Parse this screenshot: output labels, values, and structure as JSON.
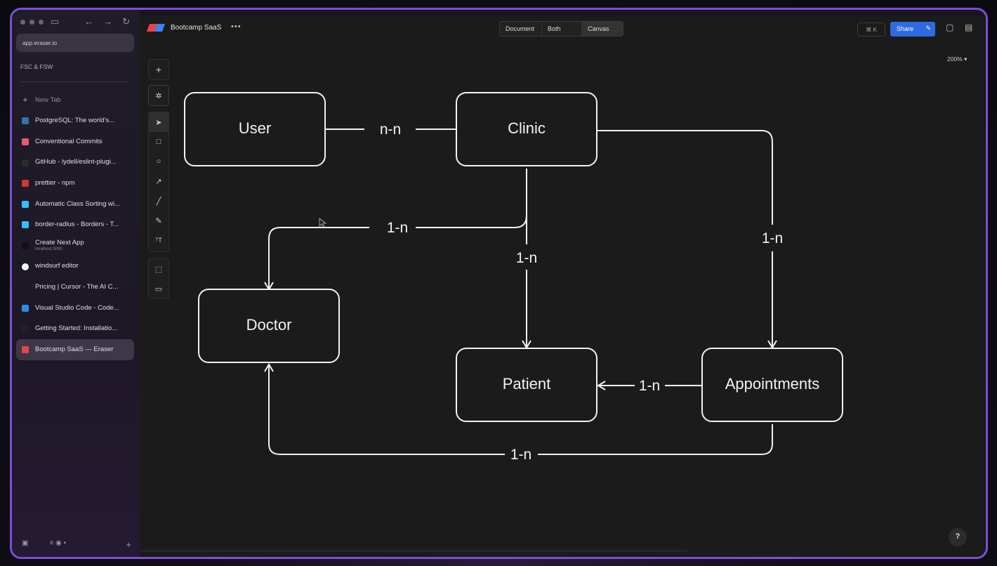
{
  "browser": {
    "url": "app.eraser.io",
    "space": "FSC & FSW",
    "new_tab": "New Tab",
    "tabs": [
      {
        "title": "PostgreSQL: The world's...",
        "icon": "postgresql-icon",
        "color": "#3b6fa8"
      },
      {
        "title": "Conventional Commits",
        "icon": "conventional-commits-icon",
        "color": "#e85a6c"
      },
      {
        "title": "GitHub - lydell/eslint-plugi...",
        "icon": "github-icon",
        "color": "#2b2b2b"
      },
      {
        "title": "prettier - npm",
        "icon": "npm-icon",
        "color": "#cb3837"
      },
      {
        "title": "Automatic Class Sorting wi...",
        "icon": "tailwind-icon",
        "color": "#38bdf8"
      },
      {
        "title": "border-radius - Borders - T...",
        "icon": "tailwind-icon",
        "color": "#38bdf8"
      },
      {
        "title": "Create Next App",
        "subtitle": "localhost:3000",
        "icon": "nextjs-icon",
        "color": "#111111"
      },
      {
        "title": "windsurf editor",
        "icon": "google-icon",
        "color": "#ffffff"
      },
      {
        "title": "Pricing | Cursor - The AI C...",
        "icon": "cursor-icon",
        "color": "#1a1a1a"
      },
      {
        "title": "Visual Studio Code - Code...",
        "icon": "vscode-icon",
        "color": "#2b8ee6"
      },
      {
        "title": "Getting Started: Installatio...",
        "icon": "shadcn-icon",
        "color": "#222222"
      },
      {
        "title": "Bootcamp SaaS — Eraser",
        "icon": "eraser-icon",
        "color": "#e8434a",
        "active": true
      }
    ]
  },
  "app": {
    "title": "Bootcamp SaaS",
    "more": "•••",
    "view_modes": [
      "Document",
      "Both",
      "Canvas"
    ],
    "active_view": "Canvas",
    "shortcut": "⌘ K",
    "share_label": "Share",
    "zoom": "200% ▾",
    "help": "?"
  },
  "diagram": {
    "nodes": {
      "user": "User",
      "clinic": "Clinic",
      "doctor": "Doctor",
      "patient": "Patient",
      "appointments": "Appointments"
    },
    "edges": {
      "user_clinic": "n-n",
      "clinic_doctor": "1-n",
      "clinic_patient": "1-n",
      "clinic_appointments": "1-n",
      "appointments_patient": "1-n",
      "appointments_doctor": "1-n"
    }
  },
  "colors": {
    "frame_accent": "#7c4fd6",
    "share_blue": "#2f6be0",
    "canvas_bg": "#1b1b1b",
    "stroke": "#f2f2f2"
  }
}
